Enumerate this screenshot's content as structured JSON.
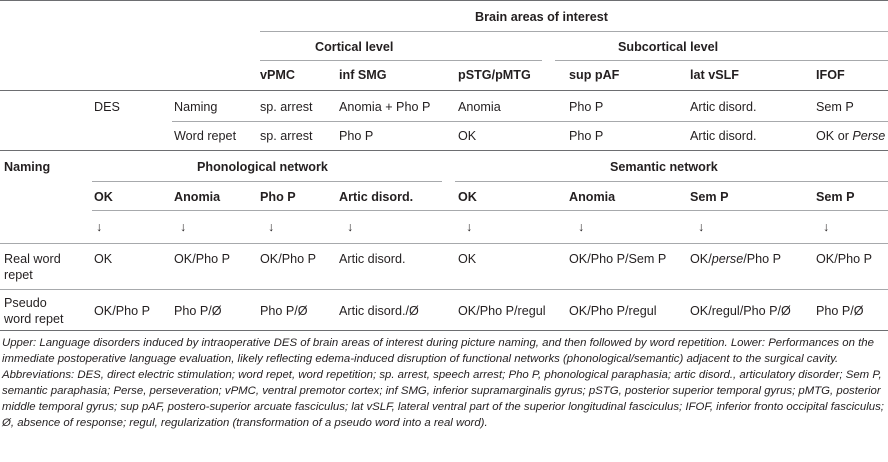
{
  "upper": {
    "header": {
      "super": "Brain areas of interest",
      "cortical": "Cortical level",
      "subcortical": "Subcortical level",
      "areas": [
        "vPMC",
        "inf SMG",
        "pSTG/pMTG",
        "sup pAF",
        "lat vSLF",
        "IFOF"
      ]
    },
    "stim": "DES",
    "rows": [
      {
        "task": "Naming",
        "cells": [
          "sp. arrest",
          "Anomia + Pho P",
          "Anomia",
          "Pho P",
          "Artic disord.",
          "Sem P"
        ]
      },
      {
        "task": "Word repet",
        "cells": [
          "sp. arrest",
          "Pho P",
          "OK",
          "Pho P",
          "Artic disord.",
          "OK or"
        ],
        "last_italic": "Perse"
      }
    ]
  },
  "lower": {
    "naming_label": "Naming",
    "phon_label": "Phonological network",
    "sem_label": "Semantic network",
    "heads": [
      "OK",
      "Anomia",
      "Pho P",
      "Artic disord.",
      "OK",
      "Anomia",
      "Sem P",
      "Sem P"
    ],
    "arrow": "↓",
    "real": {
      "label1": "Real word",
      "label2": "repet",
      "cells": [
        "OK",
        "OK/Pho P",
        "OK/Pho P",
        "Artic disord.",
        "OK",
        "OK/Pho P/Sem P",
        "",
        "OK/Pho P"
      ],
      "c7_pre": "OK/",
      "c7_it": "perse",
      "c7_post": "/Pho P"
    },
    "pseudo": {
      "label1": "Pseudo",
      "label2": "word repet",
      "cells": [
        "OK/Pho P",
        "Pho P/Ø",
        "Pho P/Ø",
        "Artic disord./Ø",
        "OK/Pho P/regul",
        "OK/Pho P/regul",
        "OK/regul/Pho P/Ø",
        "Pho P/Ø"
      ]
    }
  },
  "caption": {
    "upper_label": "Upper:",
    "upper_text": " Language disorders induced by intraoperative DES of brain areas of interest during picture naming, and then followed by word repetition. ",
    "lower_label": "Lower:",
    "lower_text": " Performances on the immediate postoperative language evaluation, likely reflecting edema-induced disruption of functional networks (phonological/semantic) adjacent to the surgical cavity. Abbreviations: DES, direct electric stimulation; word repet, word repetition; sp. arrest, speech arrest; Pho P, phonological paraphasia; artic disord., articulatory disorder; Sem P, semantic paraphasia; Perse, perseveration; vPMC, ventral premotor cortex; inf SMG, inferior supramarginalis gyrus; pSTG, posterior superior temporal gyrus; pMTG, posterior middle temporal gyrus; sup pAF, postero-superior arcuate fasciculus; lat vSLF, lateral ventral part of the superior longitudinal fasciculus; IFOF, inferior fronto occipital fasciculus; Ø, absence of response; regul, regularization (transformation of a pseudo word into a real word)."
  },
  "colors": {
    "header_bg": "#ffffff",
    "row_bg": "#ffffff",
    "rule": "#6d6e71"
  }
}
